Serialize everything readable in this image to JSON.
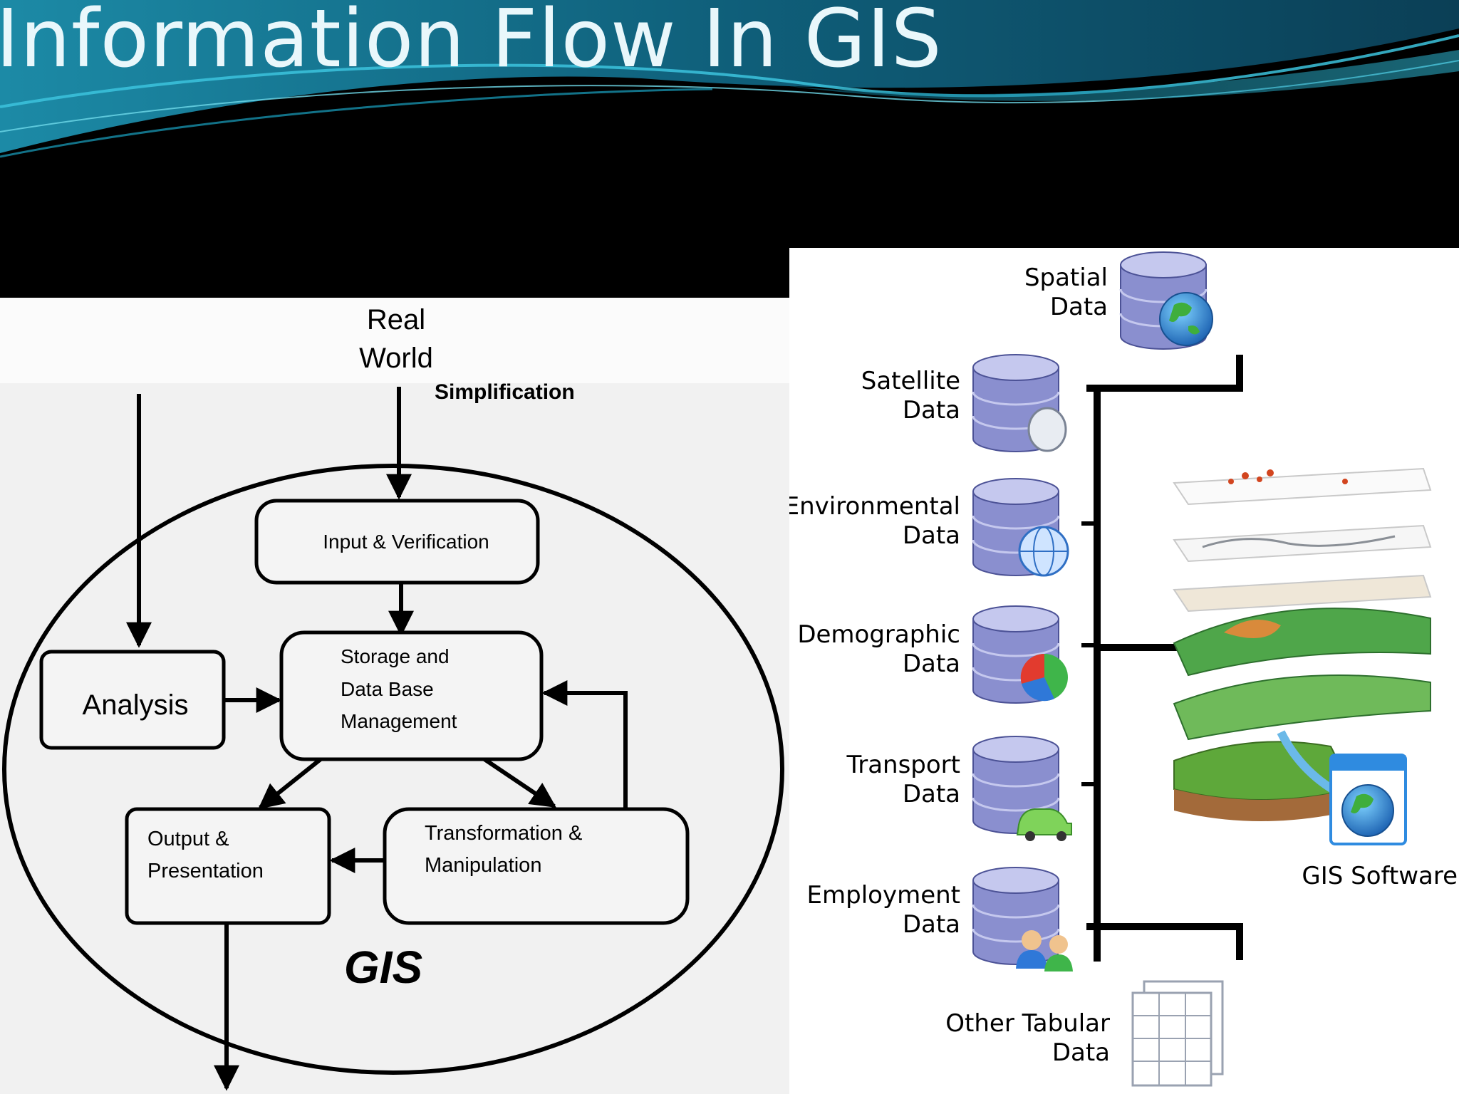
{
  "slide": {
    "title": "Information Flow In GIS"
  },
  "flow_diagram": {
    "real_world": [
      "Real",
      "World"
    ],
    "simplification": "Simplification",
    "input_box": "Input & Verification",
    "storage_box": [
      "Storage and",
      "Data Base",
      "Management"
    ],
    "analysis_box": "Analysis",
    "output_box": [
      "Output &",
      "Presentation"
    ],
    "transform_box": [
      "Transformation &",
      "Manipulation"
    ],
    "gis_label": "GIS"
  },
  "data_sources": {
    "spatial": [
      "Spatial",
      "Data"
    ],
    "satellite": [
      "Satellite",
      "Data"
    ],
    "environmental": [
      "Environmental",
      "Data"
    ],
    "demographic": [
      "Demographic",
      "Data"
    ],
    "transport": [
      "Transport",
      "Data"
    ],
    "employment": [
      "Employment",
      "Data"
    ],
    "tabular": [
      "Other Tabular",
      "Data"
    ],
    "software": "GIS Software"
  },
  "colors": {
    "db_body": "#8a8fcf",
    "db_top": "#c5c8ee",
    "accent": "#19a7c6"
  }
}
